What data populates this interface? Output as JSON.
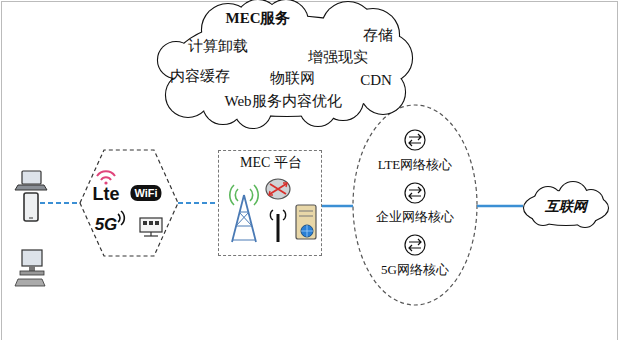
{
  "diagram": {
    "nodes": [
      {
        "text": [
          "MEC服务",
          "存储",
          "计算卸载",
          "增强现实",
          "内容缓存",
          "物联网",
          "CDN",
          "Web服务内容优化"
        ]
      },
      {
        "text": [
          "Lte",
          "WiFi",
          "5G"
        ]
      },
      {
        "text": [
          "MEC 平台"
        ]
      },
      {
        "text": [
          "LTE网络核心"
        ]
      },
      {
        "text": [
          "企业网络核心"
        ]
      },
      {
        "text": [
          "5G网络核心"
        ]
      },
      {
        "text": [
          "互联网"
        ]
      }
    ],
    "edges": [
      {
        "from": 1,
        "to": 2,
        "arrow": "none"
      },
      {
        "from": 2,
        "to": 4,
        "arrow": "none"
      },
      {
        "from": 4,
        "to": 6,
        "arrow": "none"
      }
    ]
  }
}
